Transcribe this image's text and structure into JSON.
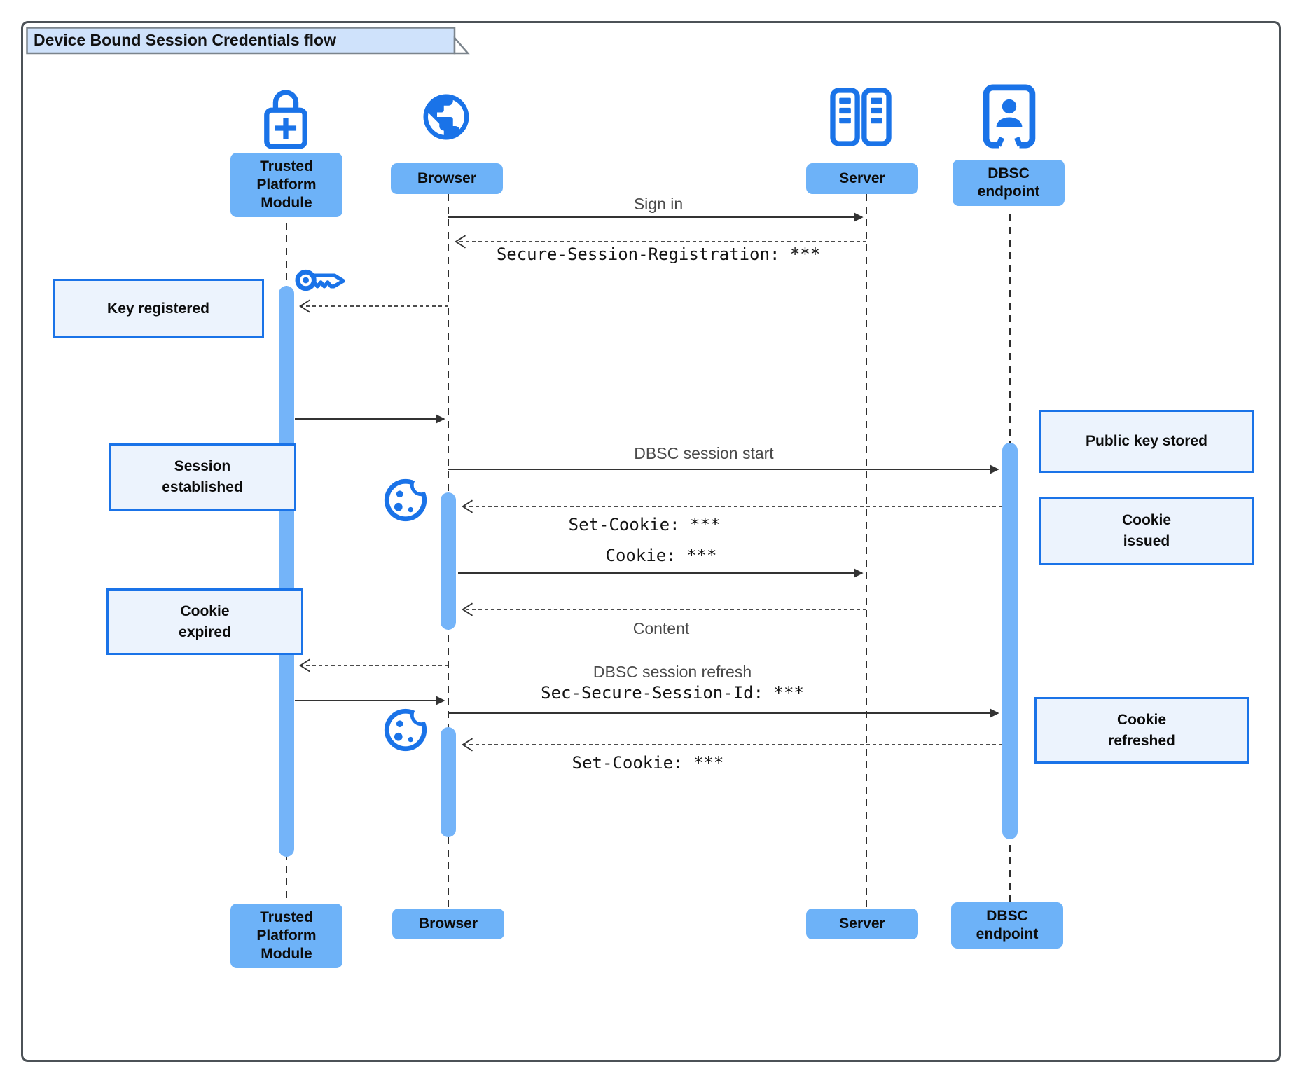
{
  "title": "Device Bound Session Credentials flow",
  "colors": {
    "accent_blue": "#1a73e8",
    "actor_fill": "#6db2f8",
    "activation_fill": "#74b4f9",
    "note_fill": "#ecf3fd",
    "note_border": "#1a73e8",
    "title_fill": "#cfe2fb",
    "line_color": "#333333"
  },
  "actors": {
    "tpm": {
      "label": "Trusted\nPlatform\nModule",
      "icon": "tpm-lock-icon"
    },
    "browser": {
      "label": "Browser",
      "icon": "browser-globe-icon"
    },
    "server": {
      "label": "Server",
      "icon": "server-racks-icon"
    },
    "dbsc": {
      "label": "DBSC\nendpoint",
      "icon": "dbsc-endpoint-icon"
    }
  },
  "messages": {
    "sign_in": {
      "text": "Sign in",
      "from": "browser",
      "to": "server",
      "line": "solid"
    },
    "registration": {
      "text": "Secure-Session-Registration: ***",
      "from": "server",
      "to": "browser",
      "line": "dashed"
    },
    "key_request": {
      "text": "",
      "from": "browser",
      "to": "tpm",
      "line": "dashed"
    },
    "key_response": {
      "text": "",
      "from": "tpm",
      "to": "browser",
      "line": "solid"
    },
    "session_start": {
      "text": "DBSC session start",
      "from": "browser",
      "to": "dbsc",
      "line": "solid"
    },
    "set_cookie_1": {
      "text": "Set-Cookie: ***",
      "from": "dbsc",
      "to": "browser",
      "line": "dashed"
    },
    "cookie": {
      "text": "Cookie: ***",
      "from": "browser",
      "to": "server",
      "line": "solid"
    },
    "content": {
      "text": "Content",
      "from": "server",
      "to": "browser",
      "line": "dashed"
    },
    "expired_signal": {
      "text": "",
      "from": "browser",
      "to": "tpm",
      "line": "dashed"
    },
    "sign_response": {
      "text": "",
      "from": "tpm",
      "to": "browser",
      "line": "solid"
    },
    "refresh_line1": {
      "text": "DBSC session refresh",
      "from": "browser",
      "to": "dbsc",
      "line": "solid"
    },
    "refresh_line2": {
      "text": "Sec-Secure-Session-Id: ***"
    },
    "set_cookie_2": {
      "text": "Set-Cookie: ***",
      "from": "dbsc",
      "to": "browser",
      "line": "dashed"
    }
  },
  "notes": {
    "key_registered": "Key registered",
    "session_established": "Session\nestablished",
    "cookie_expired": "Cookie\nexpired",
    "public_key_stored": "Public key stored",
    "cookie_issued": "Cookie\nissued",
    "cookie_refreshed": "Cookie\nrefreshed"
  }
}
